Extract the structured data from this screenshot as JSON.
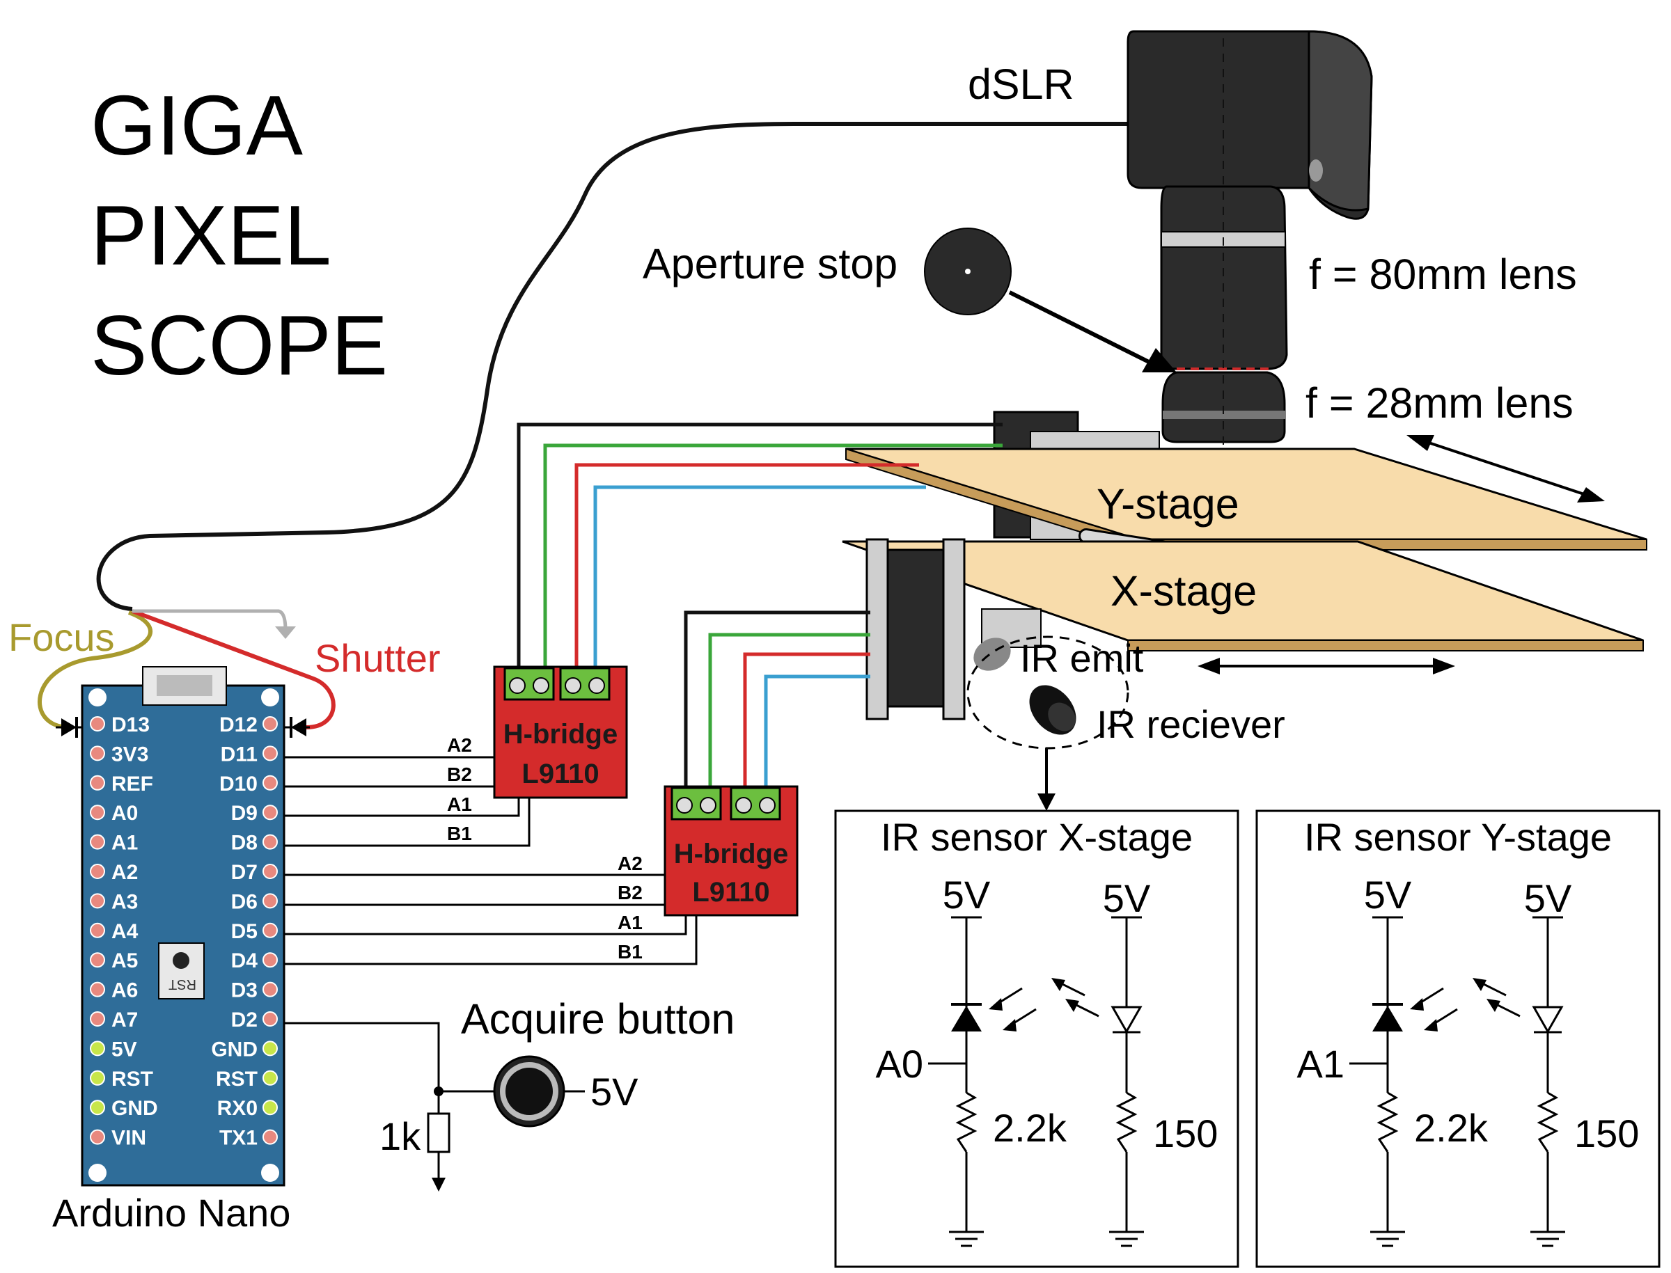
{
  "title_lines": [
    "GIGA",
    "PIXEL",
    "SCOPE"
  ],
  "labels": {
    "dslr": "dSLR",
    "aperture_stop": "Aperture stop",
    "lens_80": "f = 80mm lens",
    "lens_28": "f = 28mm lens",
    "y_stage": "Y-stage",
    "x_stage": "X-stage",
    "ir_emit": "IR emit",
    "ir_receiver": "IR reciever",
    "focus": "Focus",
    "shutter": "Shutter",
    "arduino": "Arduino Nano",
    "acquire_button": "Acquire button",
    "button_voltage": "5V",
    "pulldown": "1k"
  },
  "arduino_pins": {
    "left": [
      "D13",
      "3V3",
      "REF",
      "A0",
      "A1",
      "A2",
      "A3",
      "A4",
      "A5",
      "A6",
      "A7",
      "5V",
      "RST",
      "GND",
      "VIN"
    ],
    "right": [
      "D12",
      "D11",
      "D10",
      "D9",
      "D8",
      "D7",
      "D6",
      "D5",
      "D4",
      "D3",
      "D2",
      "GND",
      "RST",
      "RX0",
      "TX1"
    ],
    "rst_button": "RST"
  },
  "hbridges": [
    {
      "line1": "H-bridge",
      "line2": "L9110",
      "inputs": [
        "A2",
        "B2",
        "A1",
        "B1"
      ]
    },
    {
      "line1": "H-bridge",
      "line2": "L9110",
      "inputs": [
        "A2",
        "B2",
        "A1",
        "B1"
      ]
    }
  ],
  "ir_panels": [
    {
      "title": "IR sensor X-stage",
      "vcc_left": "5V",
      "vcc_right": "5V",
      "signal": "A0",
      "r_left": "2.2k",
      "r_right": "150"
    },
    {
      "title": "IR sensor Y-stage",
      "vcc_left": "5V",
      "vcc_right": "5V",
      "signal": "A1",
      "r_left": "2.2k",
      "r_right": "150"
    }
  ],
  "colors": {
    "board": "#2f6d99",
    "hbridge": "#d42b2b",
    "terminal": "#6cbf3f",
    "stage": "#f8dcab",
    "stage_edge": "#a9874d",
    "wire_green": "#3aa63a",
    "wire_red": "#d42b2b",
    "wire_blue": "#3a9fd0",
    "focus_wire": "#a89a2e",
    "shutter_wire": "#d42b2b"
  }
}
